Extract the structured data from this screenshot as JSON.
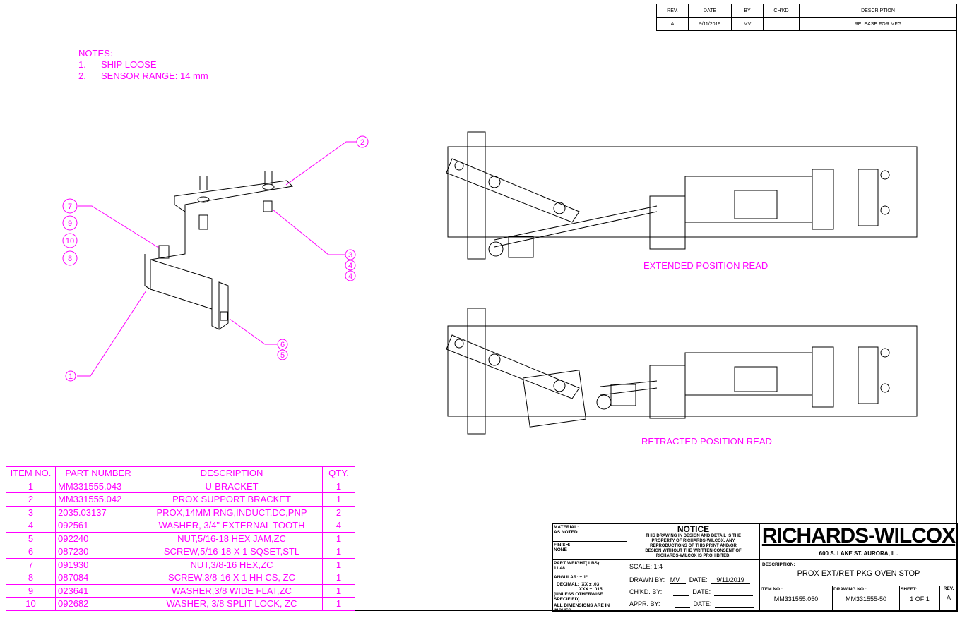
{
  "revision_block": {
    "headers": [
      "REV.",
      "DATE",
      "BY",
      "CH'KD",
      "DESCRIPTION"
    ],
    "rows": [
      [
        "A",
        "9/11/2019",
        "MV",
        "",
        "RELEASE FOR MFG"
      ]
    ]
  },
  "notes": {
    "title": "NOTES:",
    "items": [
      {
        "n": "1.",
        "text": "SHIP LOOSE"
      },
      {
        "n": "2.",
        "text": "SENSOR RANGE: 14 mm"
      }
    ]
  },
  "balloons": [
    "7",
    "9",
    "10",
    "8",
    "2",
    "3",
    "4",
    "4",
    "6",
    "5",
    "1"
  ],
  "views": {
    "extended_caption": "EXTENDED POSITION READ",
    "retracted_caption": "RETRACTED POSITION READ"
  },
  "bom": {
    "headers": [
      "ITEM NO.",
      "PART NUMBER",
      "DESCRIPTION",
      "QTY."
    ],
    "rows": [
      [
        "1",
        "MM331555.043",
        "U-BRACKET",
        "1"
      ],
      [
        "2",
        "MM331555.042",
        "PROX SUPPORT BRACKET",
        "1"
      ],
      [
        "3",
        "2035.03137",
        "PROX,14MM RNG,INDUCT,DC,PNP",
        "2"
      ],
      [
        "4",
        "092561",
        "WASHER, 3/4\" EXTERNAL TOOTH",
        "4"
      ],
      [
        "5",
        "092240",
        "NUT,5/16-18 HEX JAM,ZC",
        "1"
      ],
      [
        "6",
        "087230",
        "SCREW,5/16-18 X 1 SQSET,STL",
        "1"
      ],
      [
        "7",
        "091930",
        "NUT,3/8-16 HEX,ZC",
        "1"
      ],
      [
        "8",
        "087084",
        "SCREW,3/8-16 X 1 HH CS, ZC",
        "1"
      ],
      [
        "9",
        "023641",
        "WASHER,3/8 WIDE FLAT,ZC",
        "1"
      ],
      [
        "10",
        "092682",
        "WASHER, 3/8 SPLIT LOCK, ZC",
        "1"
      ]
    ]
  },
  "title_block": {
    "material_label": "MATERIAL:",
    "material": "AS NOTED",
    "finish_label": "FINISH:",
    "finish": "NONE",
    "weight_label": "PART WEIGHT( LBS):",
    "weight": "11.48",
    "angular": "ANGULAR:  ± 1°",
    "decimal": "DECIMAL:   .XX   ± .03",
    "decimal3": ".XXX  ± .015",
    "unless": "(UNLESS OTHERWISE SPECIFIED)",
    "dims": "ALL DIMENSIONS ARE IN INCHES",
    "notice_title": "NOTICE",
    "notice_text": "THIS DRAWING IN DESIGN AND DETAIL IS THE PROPERTY OF RICHARDS-WILCOX. ANY REPRODUCTIONS OF THIS PRINT AND/OR DESIGN WITHOUT THE WRITTEN CONSENT OF RICHARDS-WILCOX IS PROHIBITED.",
    "scale": "SCALE:  1:4",
    "drawn_label": "DRAWN BY:",
    "drawn_by": "MV",
    "date_label": "DATE:",
    "drawn_date": "9/11/2019",
    "checked_label": "CH'KD. BY:",
    "approved_label": "APPR. BY:",
    "company": "RICHARDS-WILCOX",
    "address": "600 S. LAKE ST.  AURORA, IL.",
    "description_label": "DESCRIPTION:",
    "description": "PROX EXT/RET PKG OVEN STOP",
    "item_label": "ITEM NO.:",
    "item_no": "MM331555.050",
    "drawing_label": "DRAWING NO.:",
    "drawing_no": "MM331555-50",
    "sheet_label": "SHEET:",
    "sheet": "1 OF 1",
    "rev_label": "REV.",
    "rev": "A"
  }
}
